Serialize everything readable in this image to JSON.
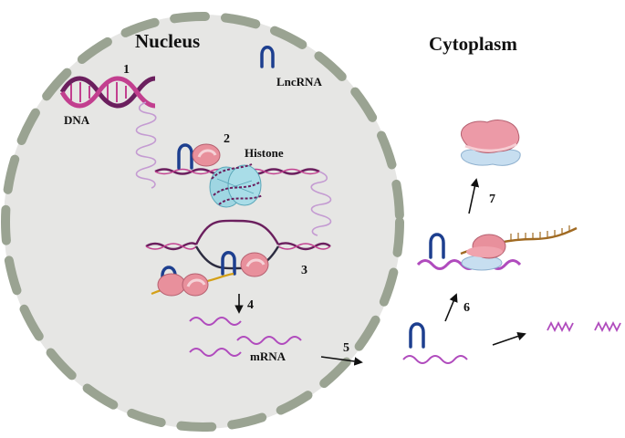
{
  "titles": {
    "nucleus": "Nucleus",
    "cytoplasm": "Cytoplasm"
  },
  "labels": {
    "dna": "DNA",
    "lncrna": "LncRNA",
    "histone": "Histone",
    "mrna": "mRNA"
  },
  "steps": [
    "1",
    "2",
    "3",
    "4",
    "5",
    "6",
    "7"
  ],
  "colors": {
    "nucleus_fill": "#e6e6e4",
    "nuclear_envelope": "#9aa392",
    "dna_strand_a": "#6b1f5e",
    "dna_strand_b": "#c23f8f",
    "lncrna": "#1d3f8f",
    "histone": "#9fd6e2",
    "ribosome_protein": "#e8909c",
    "mrna": "#b04bbd",
    "nascent_chain": "#d4a017",
    "peptide": "#a06a22"
  },
  "icons": [
    "dna-helix-icon",
    "lncrna-hairpin-icon",
    "nucleosome-icon",
    "ribosome-icon",
    "protein-icon"
  ]
}
